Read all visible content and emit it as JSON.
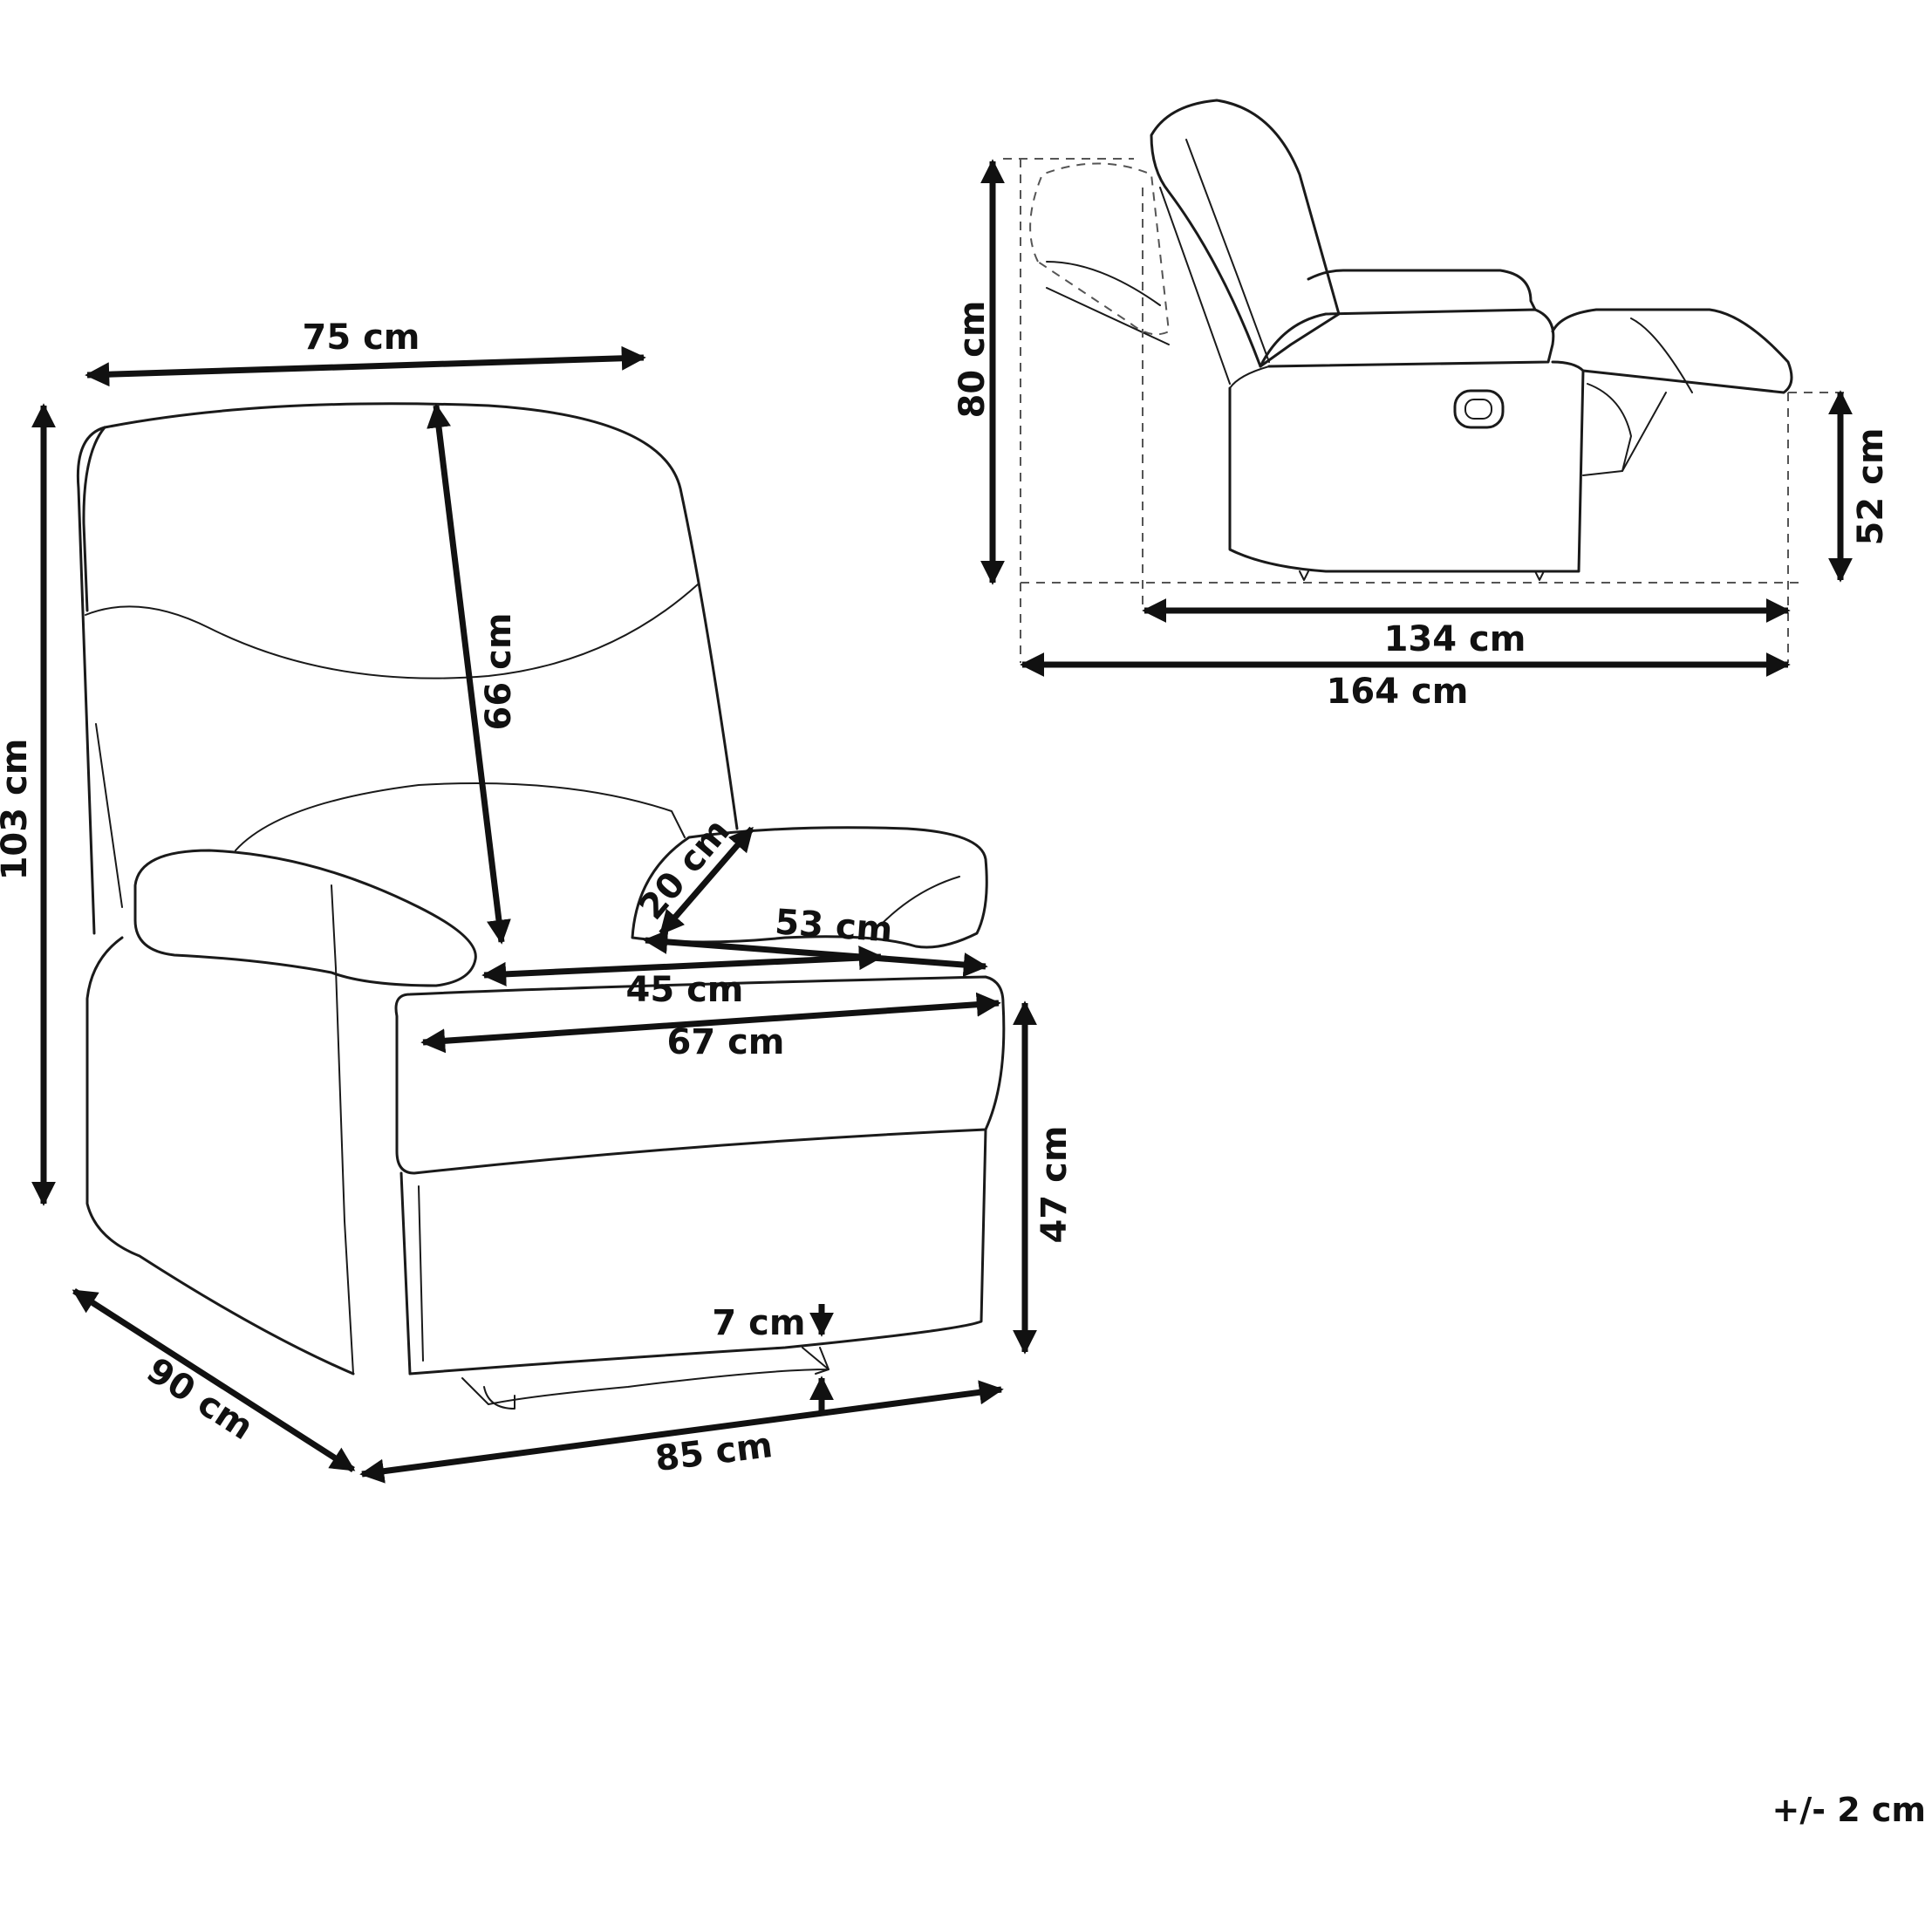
{
  "front_view": {
    "width_top": "75 cm",
    "height_total": "103 cm",
    "backrest_height": "66 cm",
    "armrest_height": "20 cm",
    "armrest_depth": "53 cm",
    "seat_width": "45 cm",
    "seat_front_width": "67 cm",
    "seat_height": "47 cm",
    "ground_clearance": "7 cm",
    "depth": "90 cm",
    "width_base": "85 cm"
  },
  "side_view": {
    "height": "80 cm",
    "footrest_height": "52 cm",
    "reclined_depth": "134 cm",
    "full_length": "164 cm"
  },
  "tolerance": "+/- 2 cm"
}
